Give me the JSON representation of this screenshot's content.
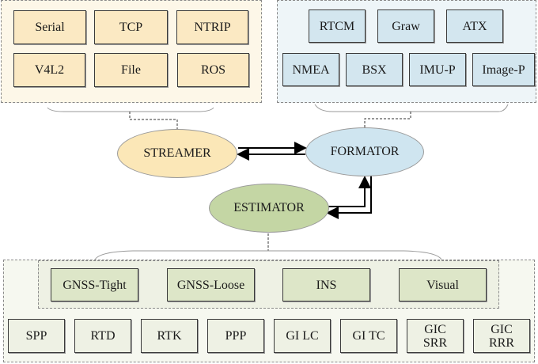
{
  "streamer_panel": {
    "items": [
      "Serial",
      "TCP",
      "NTRIP",
      "V4L2",
      "File",
      "ROS"
    ]
  },
  "formator_panel": {
    "row1": [
      "RTCM",
      "Graw",
      "ATX"
    ],
    "row2": [
      "NMEA",
      "BSX",
      "IMU-P",
      "Image-P"
    ]
  },
  "nodes": {
    "streamer": "STREAMER",
    "formator": "FORMATOR",
    "estimator": "ESTIMATOR"
  },
  "estimator_panel": {
    "modes": [
      "GNSS-Tight",
      "GNSS-Loose",
      "INS",
      "Visual"
    ],
    "methods": [
      "SPP",
      "RTD",
      "RTK",
      "PPP",
      "GI LC",
      "GI TC",
      "GIC\nSRR",
      "GIC\nRRR"
    ]
  },
  "colors": {
    "streamer": "#fbe9c3",
    "formator": "#d3e6ef",
    "estimator": "#c4d6a4"
  }
}
